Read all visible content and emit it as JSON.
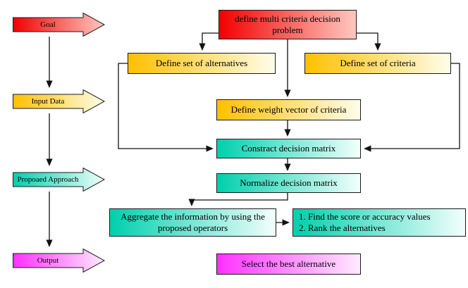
{
  "stages": [
    {
      "id": "goal",
      "label": "Goal",
      "grad": "red"
    },
    {
      "id": "input-data",
      "label": "Input Data",
      "grad": "gold"
    },
    {
      "id": "proposed-approach",
      "label": "Propoaed Approach",
      "grad": "teal"
    },
    {
      "id": "output",
      "label": "Output",
      "grad": "magenta"
    }
  ],
  "boxes": {
    "problem": {
      "label": "define multi criteria decision problem"
    },
    "alternatives": {
      "label": "Define set of alternatives"
    },
    "criteria": {
      "label": "Define set of criteria"
    },
    "weight": {
      "label": "Define weight vector of criteria"
    },
    "construct": {
      "label": "Constract decision matrix"
    },
    "normalize": {
      "label": "Normalize decision matrix"
    },
    "aggregate": {
      "label": "Aggregate the information by using the proposed operators"
    },
    "score": {
      "line1": "1. Find the score or accuracy values",
      "line2": "2. Rank the alternatives"
    },
    "select": {
      "label": "Select the best alternative"
    }
  },
  "colors": {
    "red": [
      "#f20000",
      "#ffc8c0"
    ],
    "gold": [
      "#ffc000",
      "#fffdea"
    ],
    "teal": [
      "#00cfad",
      "#f2fffc"
    ],
    "magenta": [
      "#ff30ff",
      "#ffeaff"
    ],
    "line": "#111111"
  }
}
